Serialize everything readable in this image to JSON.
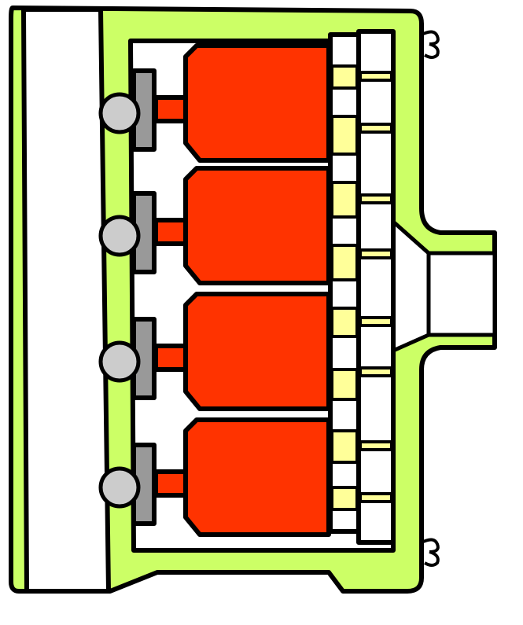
{
  "colors": {
    "outline": "#000000",
    "housing": "#ccff66",
    "cylinder": "#ff3300",
    "valve_strip": "#ffff99",
    "rocker": "#999999",
    "cap": "#cccccc",
    "interior": "#ffffff"
  },
  "cylinders": [
    {
      "name": "cylinder-1"
    },
    {
      "name": "cylinder-2"
    },
    {
      "name": "cylinder-3"
    },
    {
      "name": "cylinder-4"
    }
  ],
  "icons": {
    "cap": "round-cap-icon",
    "mount": "mounting-hook-icon"
  }
}
